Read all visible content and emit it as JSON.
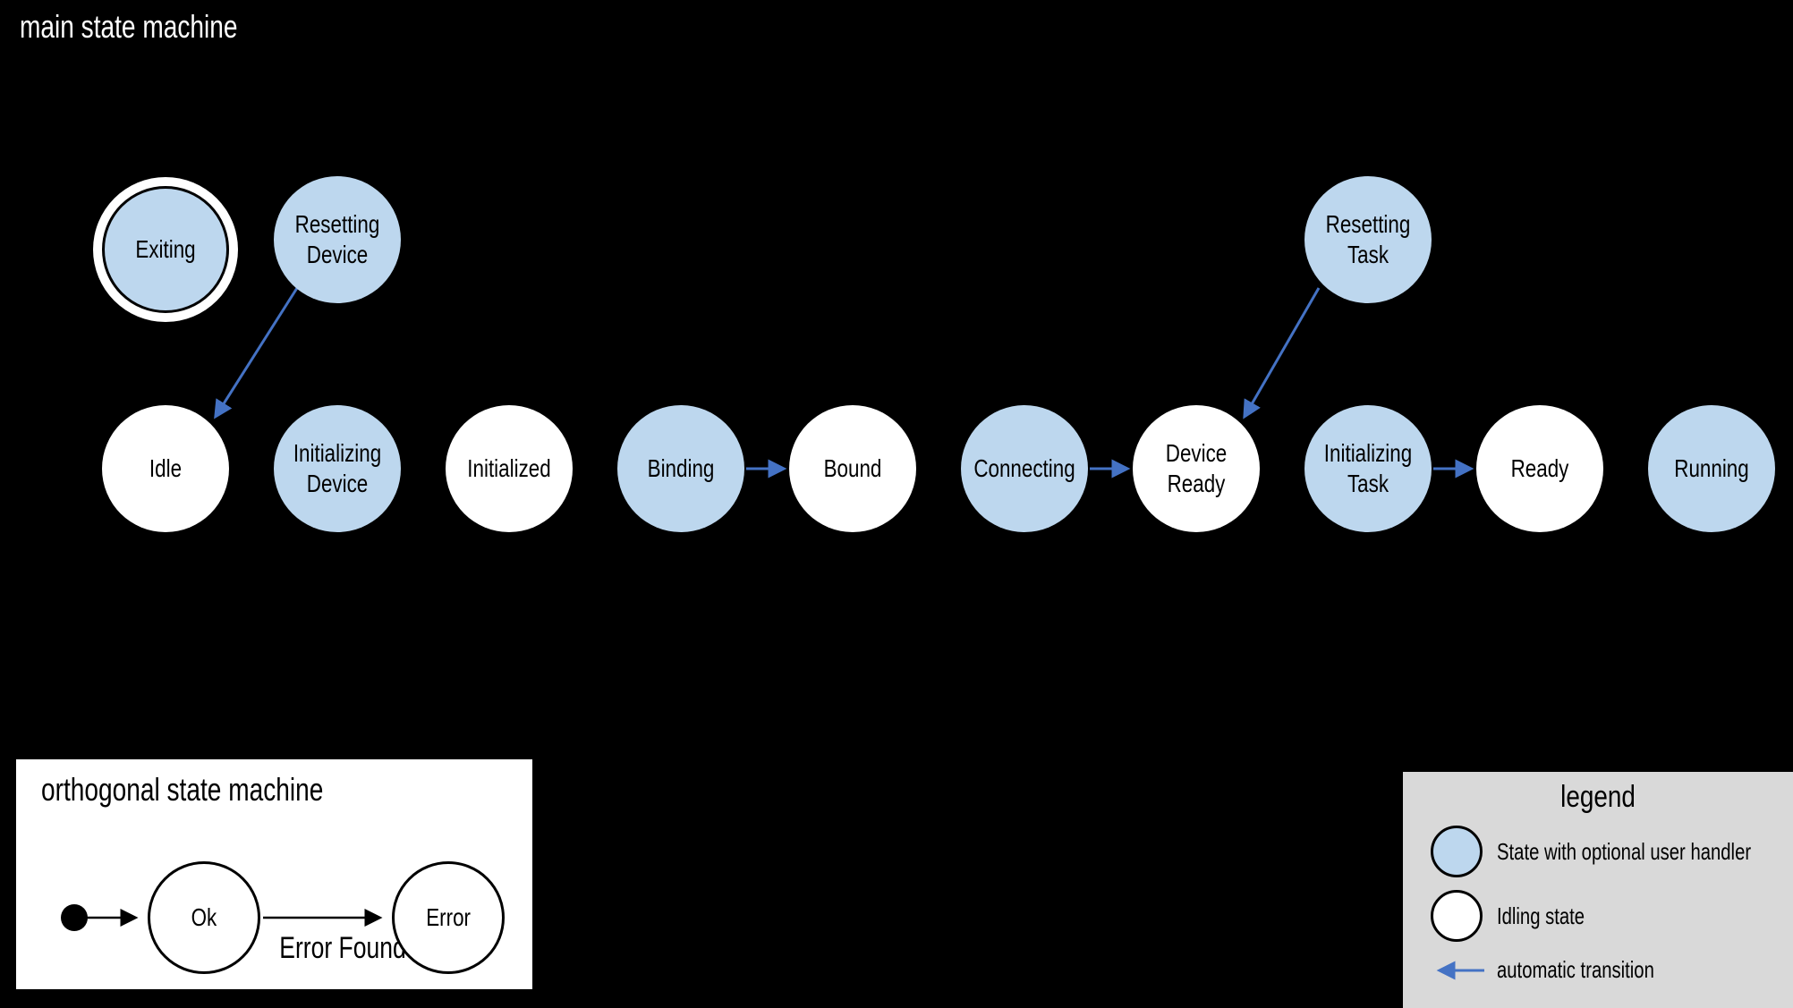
{
  "main_machine": {
    "title": "main state machine",
    "states": [
      {
        "label": "Exiting",
        "type": "handler",
        "final": true
      },
      {
        "label": "Resetting Device",
        "type": "handler"
      },
      {
        "label": "Resetting Task",
        "type": "handler"
      },
      {
        "label": "Idle",
        "type": "idling"
      },
      {
        "label": "Initializing Device",
        "type": "handler"
      },
      {
        "label": "Initialized",
        "type": "idling"
      },
      {
        "label": "Binding",
        "type": "handler"
      },
      {
        "label": "Bound",
        "type": "idling"
      },
      {
        "label": "Connecting",
        "type": "handler"
      },
      {
        "label": "Device Ready",
        "type": "idling"
      },
      {
        "label": "Initializing Task",
        "type": "handler"
      },
      {
        "label": "Ready",
        "type": "idling"
      },
      {
        "label": "Running",
        "type": "handler"
      }
    ],
    "transitions": [
      {
        "from": "Resetting Device",
        "to": "Idle"
      },
      {
        "from": "Resetting Task",
        "to": "Device Ready"
      },
      {
        "from": "Binding",
        "to": "Bound"
      },
      {
        "from": "Connecting",
        "to": "Device Ready"
      },
      {
        "from": "Initializing Task",
        "to": "Ready"
      }
    ]
  },
  "orthogonal_machine": {
    "title": "orthogonal state machine",
    "states": [
      {
        "label": "Ok"
      },
      {
        "label": "Error"
      }
    ],
    "transitions": [
      {
        "from": "Ok",
        "to": "Error",
        "label": "Error Found"
      }
    ]
  },
  "legend": {
    "title": "legend",
    "items": [
      {
        "swatch": "state-with-handler",
        "label": "State with optional user handler"
      },
      {
        "swatch": "idling-state",
        "label": "Idling state"
      },
      {
        "swatch": "transition-arrow",
        "label": "automatic transition"
      }
    ]
  },
  "colors": {
    "handler_state_fill": "#BDD7EE",
    "idling_state_fill": "#FFFFFF",
    "transition_blue": "#4472C4",
    "background": "#000000",
    "legend_background": "#D9D9D9"
  }
}
